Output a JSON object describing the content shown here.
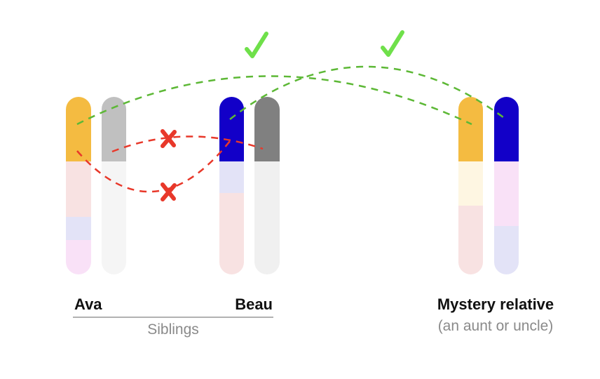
{
  "people": {
    "ava": {
      "name": "Ava"
    },
    "beau": {
      "name": "Beau"
    },
    "mystery": {
      "name": "Mystery relative",
      "subtitle": "(an aunt or uncle)"
    }
  },
  "group_label": "Siblings",
  "colors": {
    "yellow": "#f4bb41",
    "blue": "#1200c8",
    "light_grey": "#c0c0c0",
    "dark_grey": "#808080",
    "match": "#5db836",
    "mismatch": "#e8382a",
    "check": "#6fe04a"
  }
}
